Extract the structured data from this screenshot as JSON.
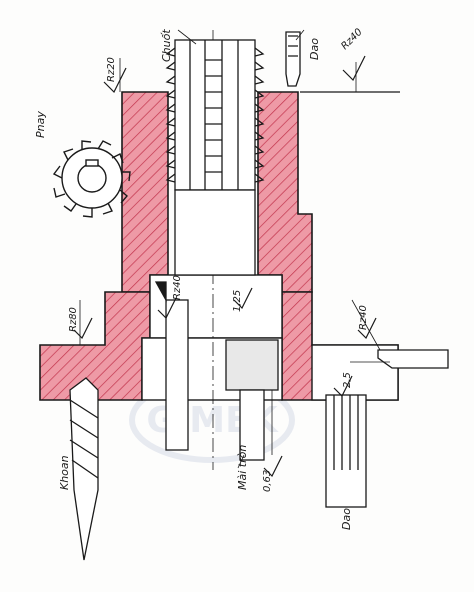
{
  "labels": {
    "chuot": "Chuốt",
    "dao_top": "Dao",
    "rz20": "Rz20",
    "rz40_top": "Rz40",
    "pnay": "Pnay",
    "rz40_bore": "Rz40",
    "r125": "1,25",
    "rz80": "Rz80",
    "rz40_right": "Rz40",
    "r25": "2,5",
    "mai_tron": "Mài tròn",
    "r063": "0,63",
    "khoan": "Khoan",
    "dao_bottom": "Dao"
  },
  "watermark": "GIMEK",
  "colors": {
    "section_fill": "#ee9aa6",
    "hatch": "#c2344c",
    "line": "#1a1a1a",
    "watermark": "#d6dbe8"
  }
}
